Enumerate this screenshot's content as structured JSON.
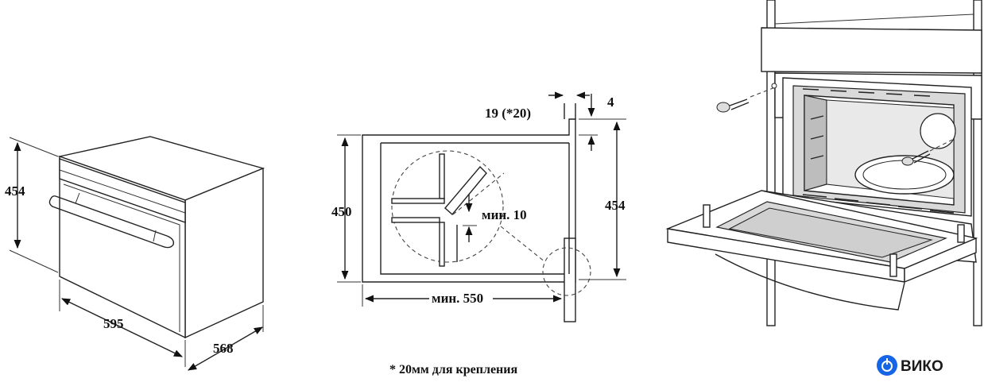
{
  "left_view": {
    "height_label": "454",
    "width_label": "595",
    "depth_label": "568"
  },
  "middle_view": {
    "top_label": "19 (*20)",
    "gap_label": "4",
    "niche_height_label": "450",
    "device_height_label": "454",
    "min_gap_label": "мин. 10",
    "min_depth_label": "мин. 550"
  },
  "footnote": "* 20мм для крепления",
  "logo": {
    "text": "ВИКО",
    "color": "#1565e6"
  }
}
